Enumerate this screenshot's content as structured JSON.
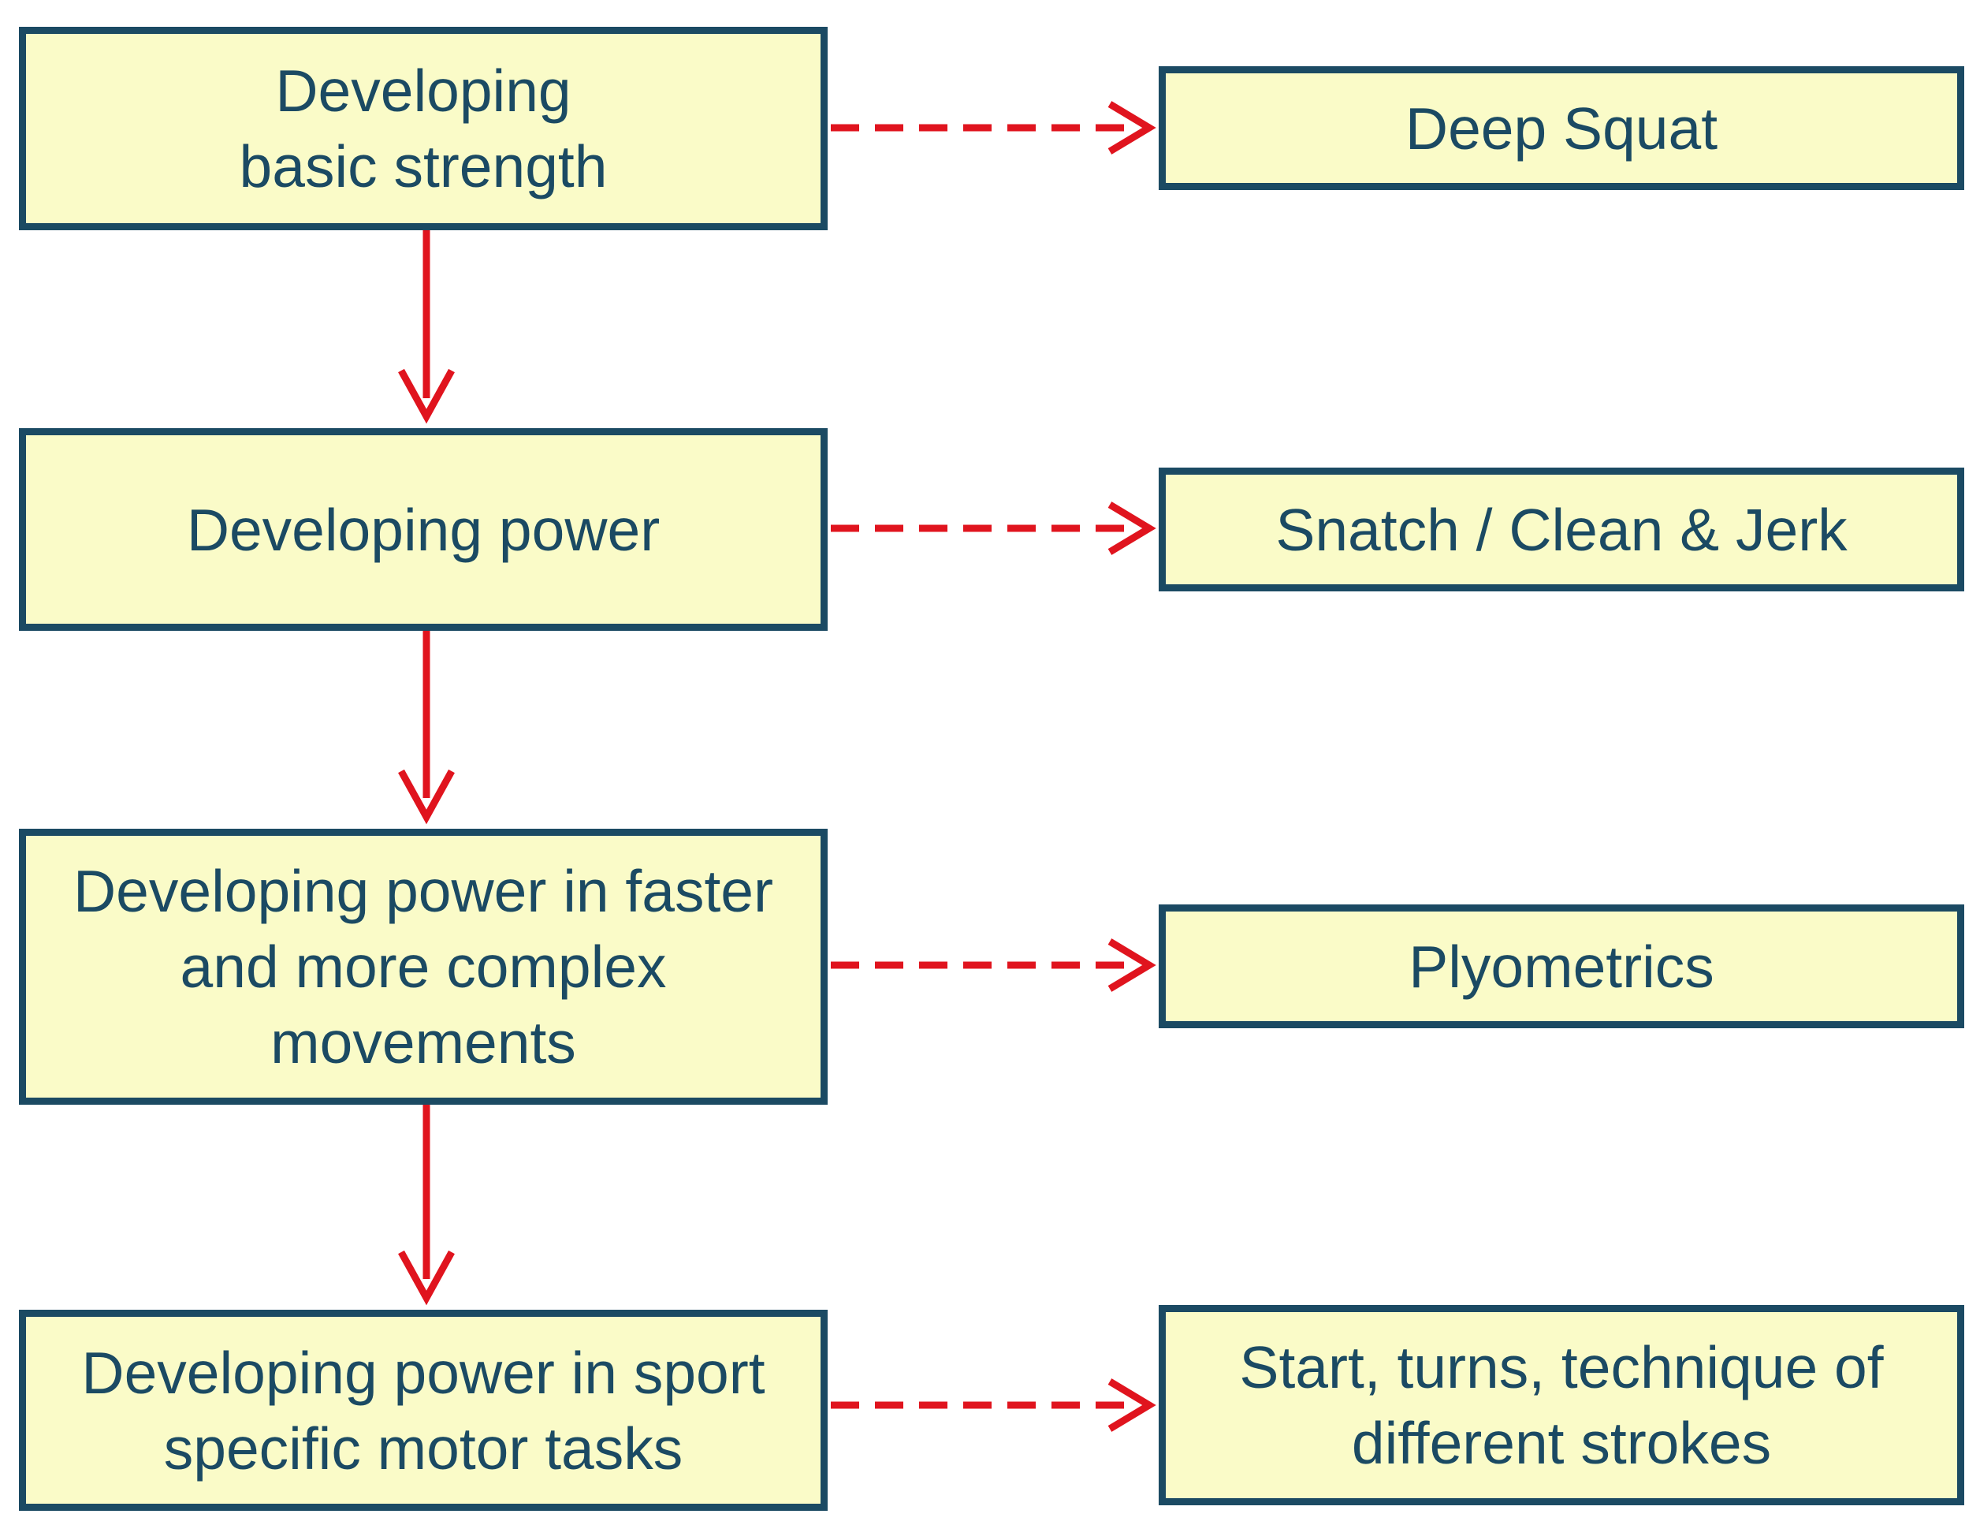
{
  "diagram": {
    "colors": {
      "box_fill": "#fafbc8",
      "box_border": "#1b4a63",
      "text": "#1b4a63",
      "arrow": "#e0141e"
    },
    "left_column": [
      {
        "label": "Developing\nbasic strength"
      },
      {
        "label": "Developing power"
      },
      {
        "label": "Developing power in faster\nand more complex\nmovements"
      },
      {
        "label": "Developing power in sport\nspecific motor tasks"
      }
    ],
    "right_column": [
      {
        "label": "Deep Squat"
      },
      {
        "label": "Snatch / Clean & Jerk"
      },
      {
        "label": "Plyometrics"
      },
      {
        "label": "Start, turns, technique of\ndifferent strokes"
      }
    ],
    "connectors": {
      "vertical": "solid-arrow",
      "horizontal": "dashed-arrow"
    }
  }
}
